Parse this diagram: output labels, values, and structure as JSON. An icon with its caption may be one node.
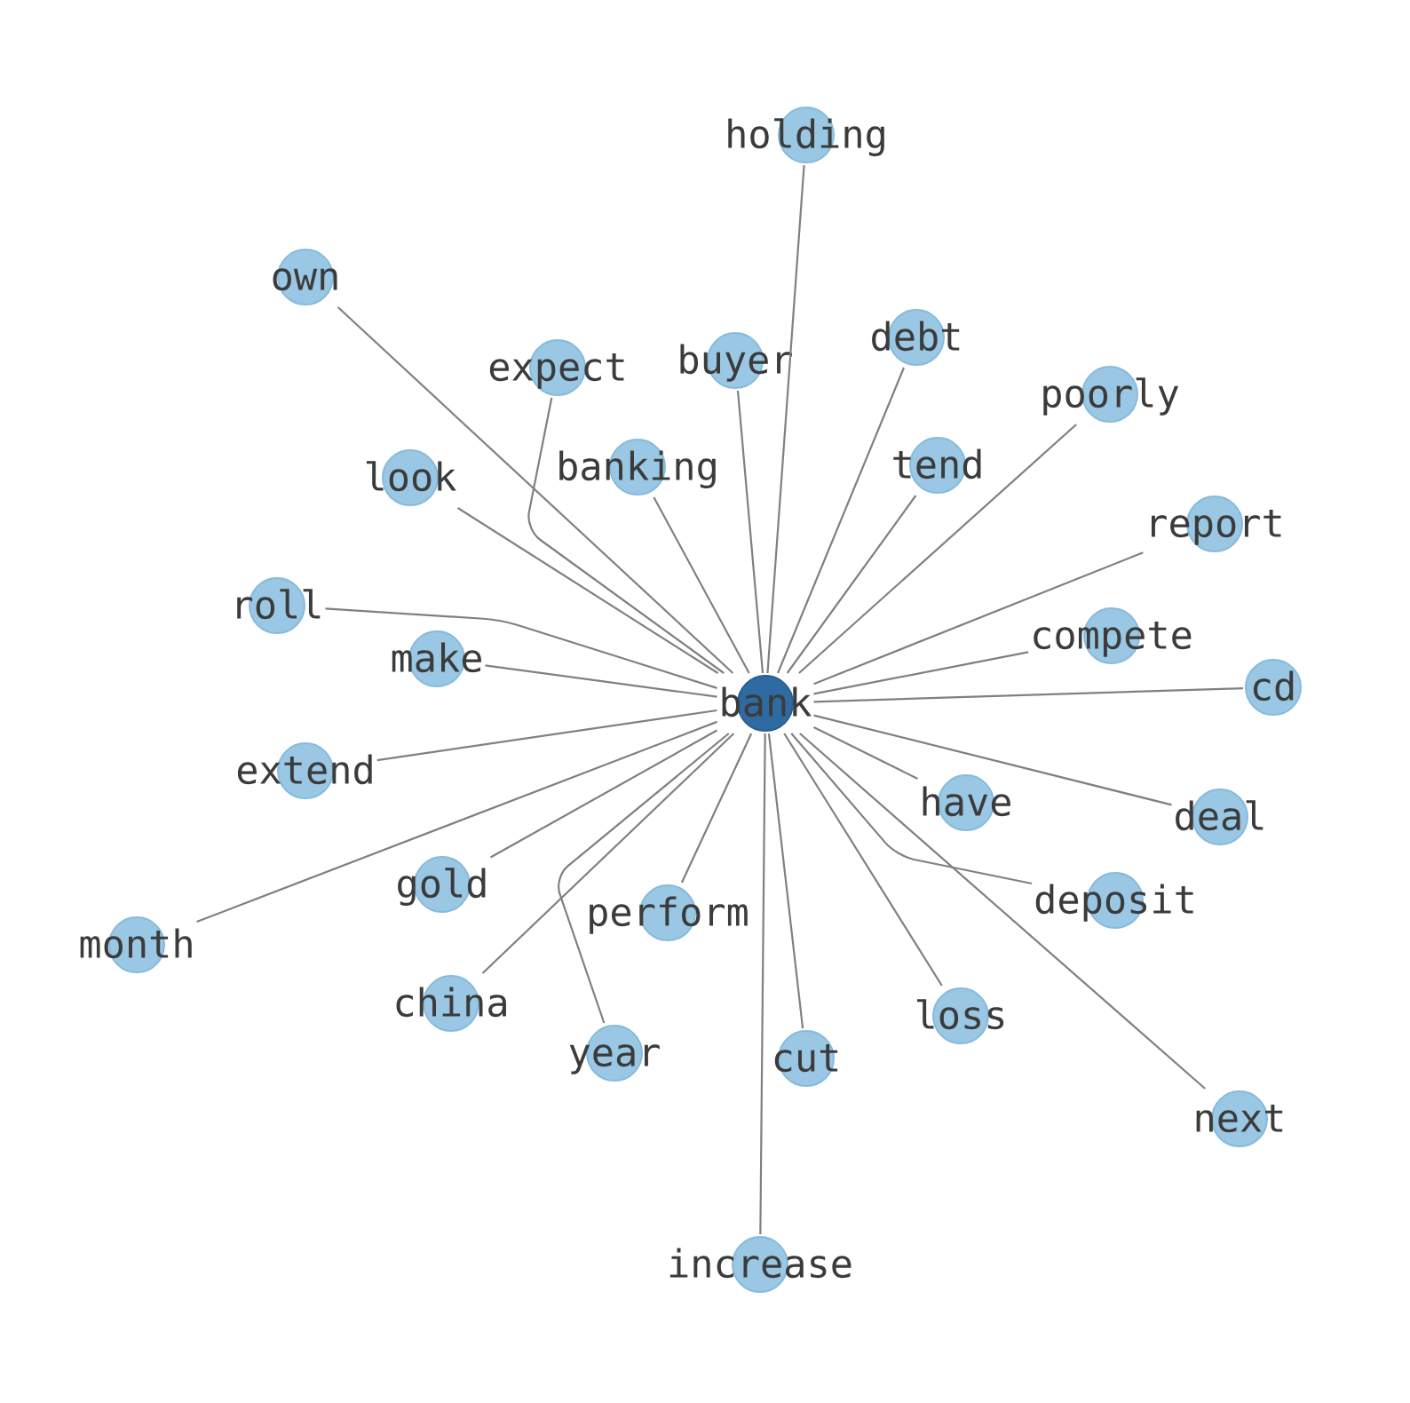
{
  "diagram": {
    "nodes": [
      {
        "text": [
          "holding"
        ]
      },
      {
        "text": [
          "own"
        ]
      },
      {
        "text": [
          "expect"
        ]
      },
      {
        "text": [
          "buyer"
        ]
      },
      {
        "text": [
          "debt"
        ]
      },
      {
        "text": [
          "poorly"
        ]
      },
      {
        "text": [
          "look"
        ]
      },
      {
        "text": [
          "tend"
        ]
      },
      {
        "text": [
          "report"
        ]
      },
      {
        "text": [
          "banking"
        ]
      },
      {
        "text": [
          "roll"
        ]
      },
      {
        "text": [
          "compete"
        ]
      },
      {
        "text": [
          "make"
        ]
      },
      {
        "text": [
          "cd"
        ]
      },
      {
        "text": [
          "bank"
        ]
      },
      {
        "text": [
          "extend"
        ]
      },
      {
        "text": [
          "have"
        ]
      },
      {
        "text": [
          "deal"
        ]
      },
      {
        "text": [
          "gold"
        ]
      },
      {
        "text": [
          "perform"
        ]
      },
      {
        "text": [
          "month"
        ]
      },
      {
        "text": [
          "deposit"
        ]
      },
      {
        "text": [
          "china"
        ]
      },
      {
        "text": [
          "loss"
        ]
      },
      {
        "text": [
          "year"
        ]
      },
      {
        "text": [
          "cut"
        ]
      },
      {
        "text": [
          "next"
        ]
      },
      {
        "text": [
          "increase"
        ]
      }
    ],
    "edges": [
      {
        "from": 14,
        "to": 0,
        "arrow": "none"
      },
      {
        "from": 14,
        "to": 1,
        "arrow": "none"
      },
      {
        "from": 14,
        "to": 2,
        "arrow": "none"
      },
      {
        "from": 14,
        "to": 3,
        "arrow": "none"
      },
      {
        "from": 14,
        "to": 4,
        "arrow": "none"
      },
      {
        "from": 14,
        "to": 5,
        "arrow": "none"
      },
      {
        "from": 14,
        "to": 6,
        "arrow": "none"
      },
      {
        "from": 14,
        "to": 7,
        "arrow": "none"
      },
      {
        "from": 14,
        "to": 8,
        "arrow": "none"
      },
      {
        "from": 14,
        "to": 9,
        "arrow": "none"
      },
      {
        "from": 14,
        "to": 10,
        "arrow": "none"
      },
      {
        "from": 14,
        "to": 11,
        "arrow": "none"
      },
      {
        "from": 14,
        "to": 12,
        "arrow": "none"
      },
      {
        "from": 14,
        "to": 13,
        "arrow": "none"
      },
      {
        "from": 14,
        "to": 15,
        "arrow": "none"
      },
      {
        "from": 14,
        "to": 16,
        "arrow": "none"
      },
      {
        "from": 14,
        "to": 17,
        "arrow": "none"
      },
      {
        "from": 14,
        "to": 18,
        "arrow": "none"
      },
      {
        "from": 14,
        "to": 19,
        "arrow": "none"
      },
      {
        "from": 14,
        "to": 20,
        "arrow": "none"
      },
      {
        "from": 14,
        "to": 21,
        "arrow": "none"
      },
      {
        "from": 14,
        "to": 22,
        "arrow": "none"
      },
      {
        "from": 14,
        "to": 23,
        "arrow": "none"
      },
      {
        "from": 14,
        "to": 24,
        "arrow": "none"
      },
      {
        "from": 14,
        "to": 25,
        "arrow": "none"
      },
      {
        "from": 14,
        "to": 26,
        "arrow": "none"
      },
      {
        "from": 14,
        "to": 27,
        "arrow": "none"
      }
    ]
  }
}
